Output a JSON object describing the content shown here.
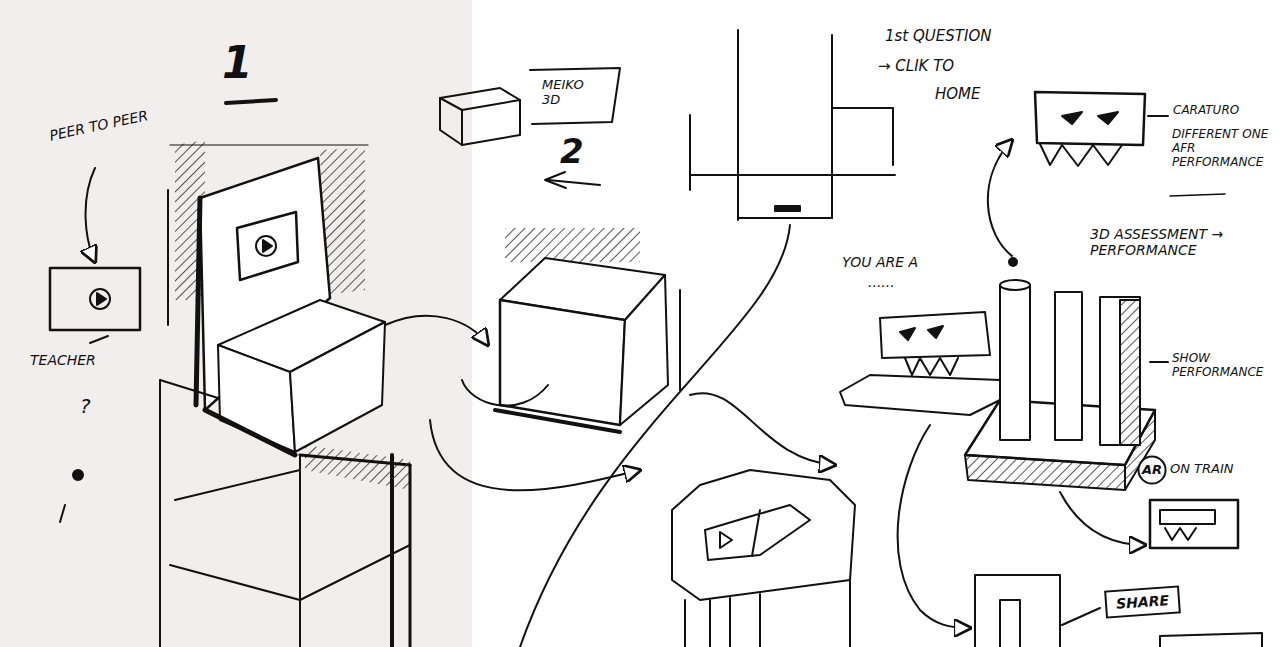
{
  "diagram": {
    "nodes": [
      {
        "text": [
          "AR"
        ]
      },
      {
        "text": [
          "SHARE"
        ]
      }
    ],
    "labels": [
      "1",
      "PEER TO PEER",
      "TEACHER",
      "?",
      "MEIKO 3D",
      "2",
      "1st QUESTION",
      "→ CLIK TO",
      "HOME",
      "CARATURO",
      "DIFFERENT ONE AFR PERFORMANCE",
      "3D ASSESSMENT → PERFORMANCE",
      "YOU ARE A",
      "......",
      "SHOW PERFORMANCE",
      "ON TRAIN"
    ]
  }
}
